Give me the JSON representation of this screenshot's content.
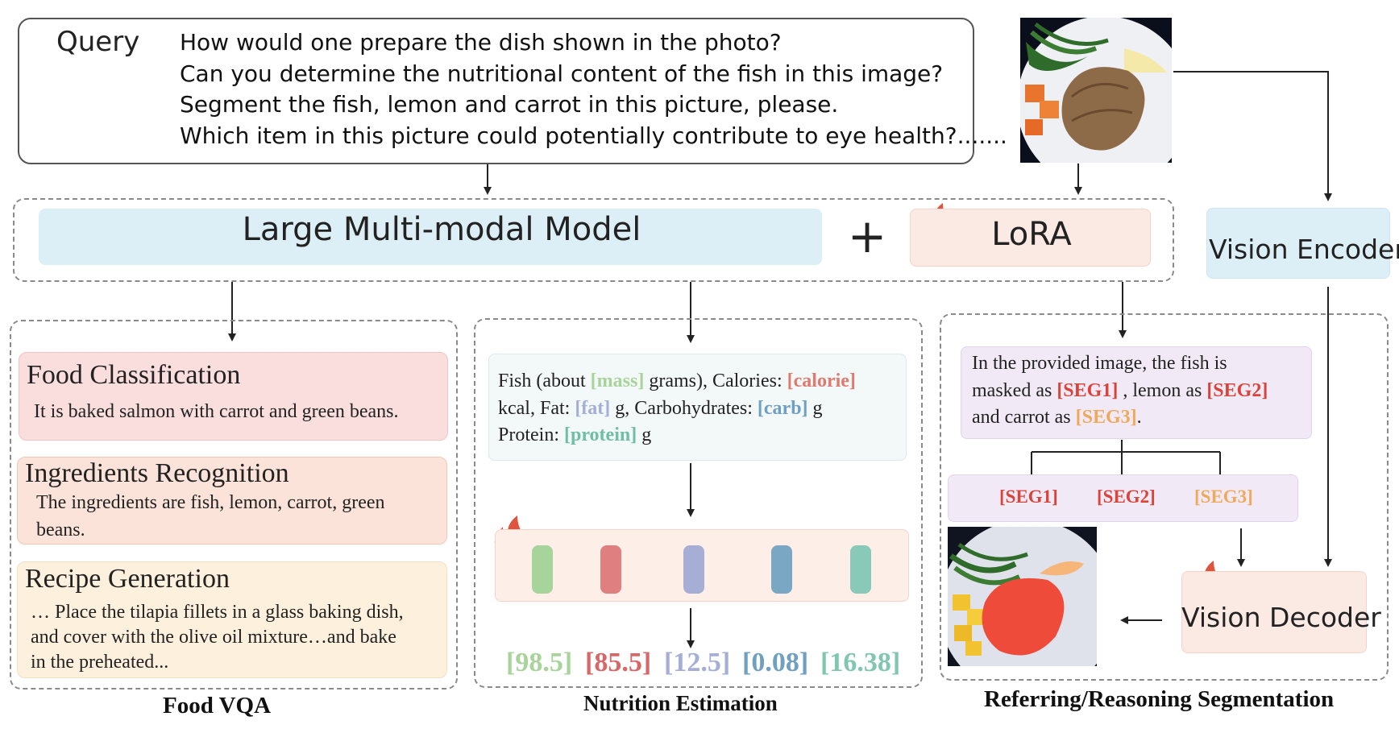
{
  "query": {
    "title": "Query",
    "lines": [
      "How would one prepare the dish shown in the photo?",
      "Can you determine the nutritional content of the fish in this image?",
      "Segment the fish, lemon and carrot in this picture, please.",
      "Which item in this picture could potentially contribute to eye health?......."
    ]
  },
  "model": {
    "lmm_label": "Large Multi-modal Model",
    "plus": "+",
    "lora_label": "LoRA",
    "vision_encoder_label": "Vision Encoder",
    "vision_decoder_label": "Vision Decoder"
  },
  "food_vqa": {
    "section_label": "Food VQA",
    "cards": [
      {
        "title": "Food Classification",
        "text": "It is baked salmon with carrot and green beans."
      },
      {
        "title": "Ingredients Recognition",
        "text": "The ingredients are fish, lemon, carrot, green beans."
      },
      {
        "title": "Recipe Generation",
        "text": "… Place the tilapia fillets in a glass baking dish, and cover with the olive oil mixture…and bake in the preheated..."
      }
    ]
  },
  "nutrition": {
    "section_label": "Nutrition Estimation",
    "t1": "Fish (about ",
    "mass": "[mass]",
    "t2": " grams), Calories: ",
    "calorie": "[calorie]",
    "t3": "kcal, Fat: ",
    "fat": "[fat]",
    "t4": " g, Carbohydrates: ",
    "carb": "[carb]",
    "t5": " g",
    "t6": "Protein: ",
    "protein": "[protein]",
    "t7": " g",
    "outputs": [
      "[98.5]",
      "[85.5]",
      "[12.5]",
      "[0.08]",
      "[16.38]"
    ]
  },
  "segmentation": {
    "section_label": "Referring/Reasoning Segmentation",
    "s1": "In the provided image, the fish is",
    "s2": "masked as ",
    "seg1": "[SEG1]",
    "s3": " , lemon as ",
    "seg2": "[SEG2]",
    "s4": "and carrot as ",
    "seg3": "[SEG3]",
    "s5": ".",
    "tokens": [
      "[SEG1]",
      "[SEG2]",
      "[SEG3]"
    ]
  },
  "icons": {
    "snowflake": "snowflake-icon",
    "fire": "fire-icon",
    "query_doc": "document-search-icon"
  },
  "colors": {
    "frozen_bg": "#ddeff6",
    "trainable_bg": "#fbeae3",
    "fire": "#e0533d",
    "snow": "#7cc7e8"
  }
}
